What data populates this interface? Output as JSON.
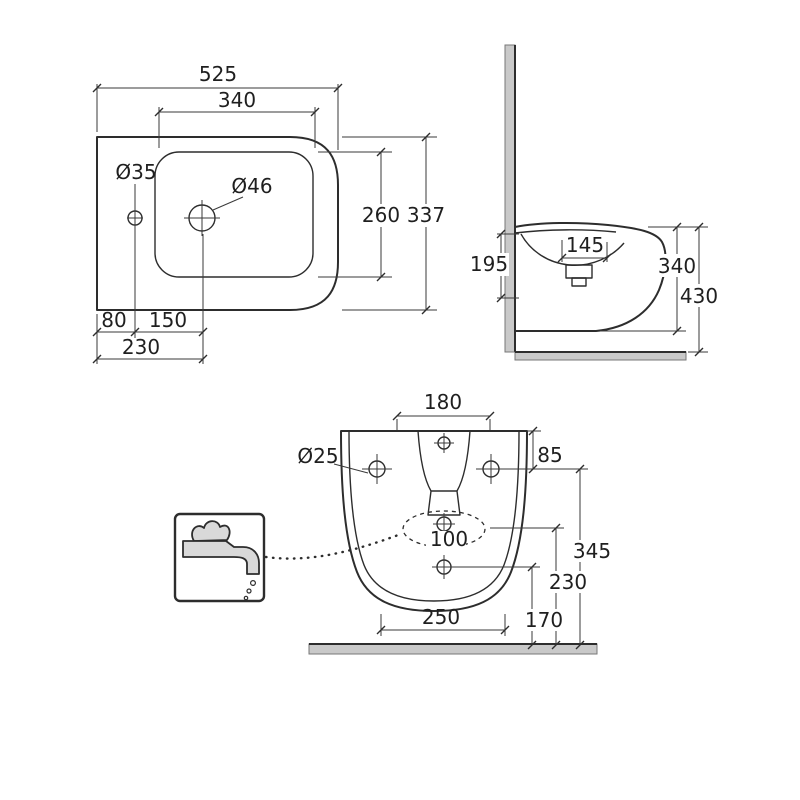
{
  "diagram": {
    "kind": "technical-drawing",
    "subject": "wall-hung bidet dimension drawing",
    "colors": {
      "object_line": "#2d2d2d",
      "dimension_line": "#3a3a3a",
      "wall_floor_fill": "#c9c9c9",
      "text": "#1f1f1f"
    },
    "views": {
      "plan": {
        "overall_width": "525",
        "basin_width": "340",
        "deck_hole_diameter": "Ø35",
        "faucet_hole_diameter": "Ø46",
        "basin_depth": "260",
        "overall_depth": "337",
        "deck_hole_offset": "80",
        "hole_spacing": "150",
        "faucet_offset": "230"
      },
      "side": {
        "basin_depth_dim": "195",
        "rim_depth": "145",
        "body_height": "340",
        "total_height": "430"
      },
      "rear": {
        "top_width": "180",
        "fixing_hole_diameter": "Ø25",
        "hole_top_offset": "85",
        "drain_dim": "100",
        "holes_to_floor": "345",
        "drain_to_floor": "230",
        "outlet_to_floor": "170",
        "base_width": "250"
      }
    }
  }
}
